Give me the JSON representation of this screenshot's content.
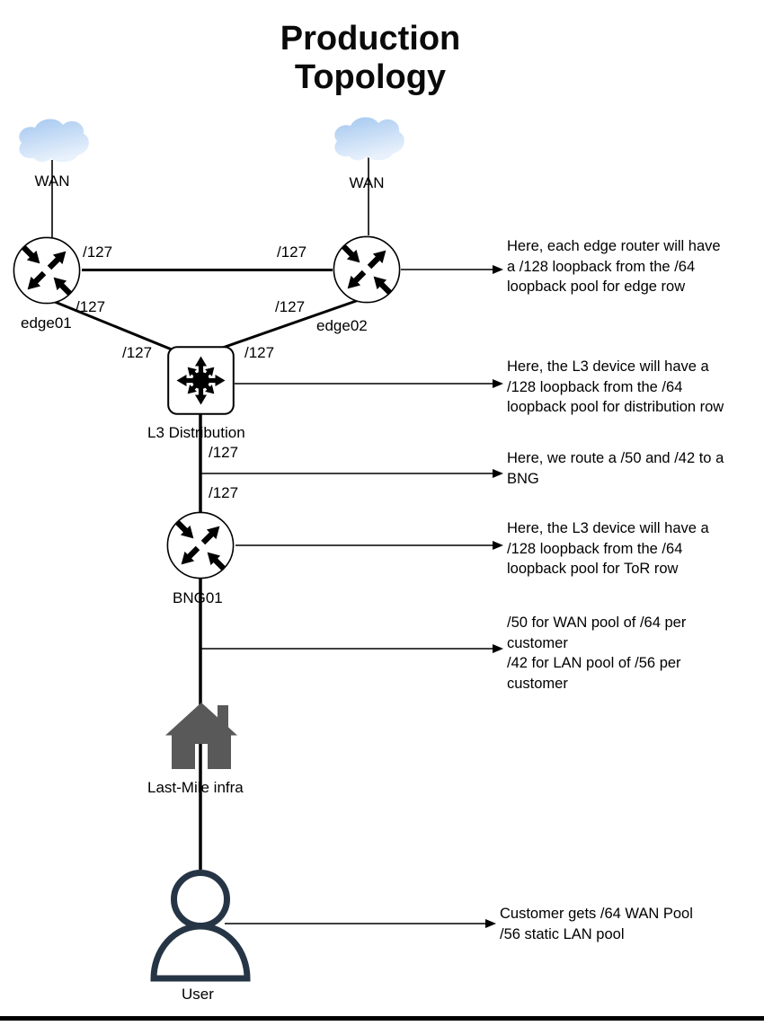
{
  "title": "Production Topology",
  "nodes": {
    "wan1": "WAN",
    "wan2": "WAN",
    "edge01": "edge01",
    "edge02": "edge02",
    "l3dist": "L3 Distribution",
    "bng01": "BNG01",
    "lastmile": "Last-Mile infra",
    "user": "User"
  },
  "link_labels": [
    "/127",
    "/127",
    "/127",
    "/127",
    "/127",
    "/127",
    "/127",
    "/127"
  ],
  "annotations": {
    "edge_loopback": "Here, each edge router will have\na /128 loopback from the /64\nloopback pool for edge row",
    "dist_loopback": "Here, the L3 device will have a\n/128 loopback from the /64\nloopback pool for distribution row",
    "bng_route": "Here, we route a /50 and /42 to a\nBNG",
    "tor_loopback": "Here, the L3 device will have a\n/128 loopback from the /64\nloopback pool for ToR row",
    "pools": "/50 for WAN pool of /64 per\ncustomer\n/42 for LAN pool of /56 per\ncustomer",
    "customer": "Customer gets /64 WAN Pool\n/56 static LAN pool"
  },
  "icons": {
    "wan": "cloud-icon",
    "edge_router": "router-icon",
    "distribution": "l3-switch-icon",
    "last_mile": "house-icon",
    "user": "person-icon"
  },
  "colors": {
    "line": "#000000",
    "cloud_top": "#a3c7ef",
    "cloud_bottom": "#e8f1fc",
    "house": "#595959",
    "person": "#263545"
  }
}
